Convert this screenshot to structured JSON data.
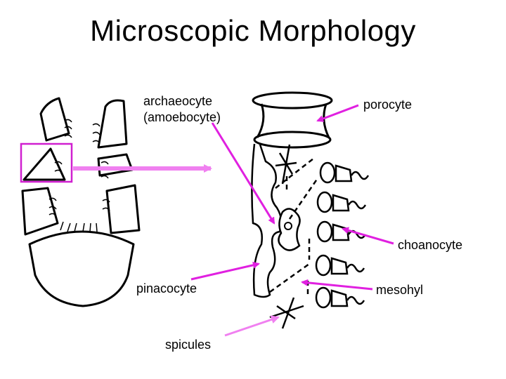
{
  "title": "Microscopic Morphology",
  "labels": {
    "archaeocyte": "archaeocyte",
    "amoebocyte": "(amoebocyte)",
    "porocyte": "porocyte",
    "choanocyte": "choanocyte",
    "pinacocyte": "pinacocyte",
    "mesohyl": "mesohyl",
    "spicules": "spicules"
  },
  "colors": {
    "arrow_magenta": "#e020e0",
    "arrow_pink": "#f080f0",
    "highlight_box": "#d020d0",
    "outline": "#000000"
  }
}
